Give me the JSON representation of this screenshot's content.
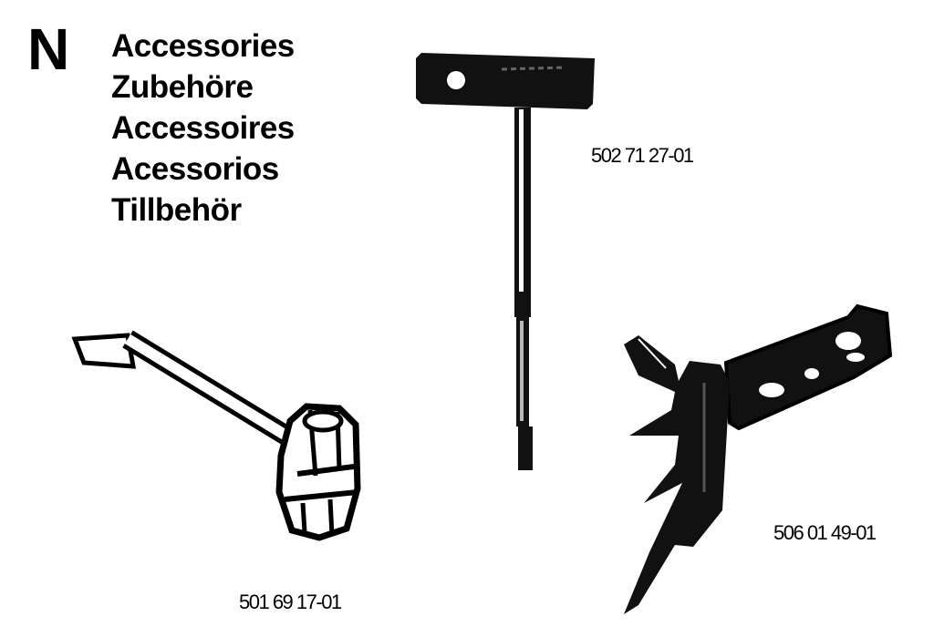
{
  "section_letter": "N",
  "titles": [
    "Accessories",
    "Zubehöre",
    "Accessoires",
    "Acessorios",
    "Tillbehör"
  ],
  "parts": {
    "torx_driver": {
      "number": "502 71 27-01"
    },
    "combination_wrench": {
      "number": "501 69 17-01"
    },
    "bumper_spike": {
      "number": "506 01 49-01"
    }
  }
}
